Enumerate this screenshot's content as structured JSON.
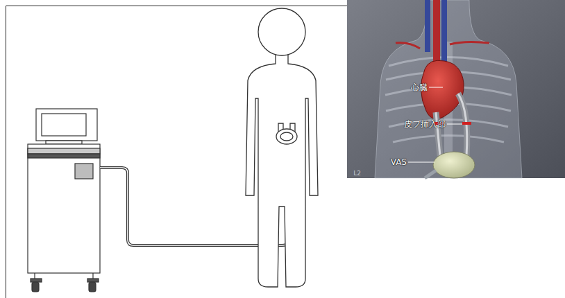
{
  "diagram": {
    "labels": [
      "心臓",
      "皮フ挿入部",
      "VAS",
      "L2"
    ]
  }
}
